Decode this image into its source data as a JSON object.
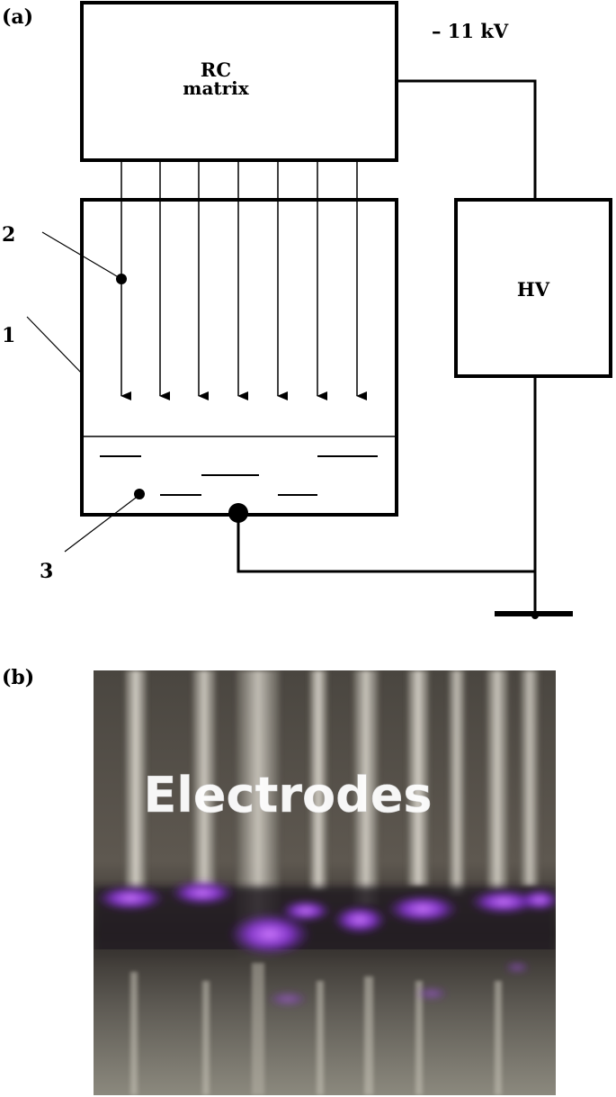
{
  "panel_a": {
    "label": "(a)",
    "rc_box": {
      "line1": "RC",
      "line2": "matrix"
    },
    "voltage": "– 11 kV",
    "hv_box": "HV",
    "callouts": {
      "one": "1",
      "two": "2",
      "three": "3"
    }
  },
  "panel_b": {
    "label": "(b)",
    "photo_caption": "Electrodes",
    "colors": {
      "plasma_glow": "#9b3cf0",
      "metal": "#cfc9bd",
      "background_dark": "#3a3530"
    }
  }
}
